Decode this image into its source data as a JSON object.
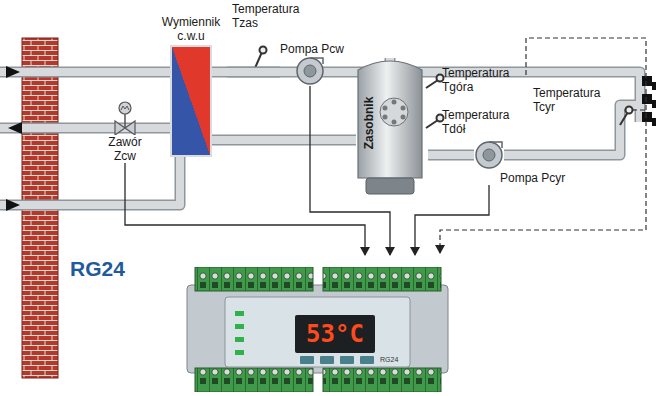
{
  "diagram": {
    "nodes": [
      {
        "text": [
          "Wymiennik c.w.u"
        ]
      },
      {
        "text": [
          "Pompa Pcw"
        ]
      },
      {
        "text": [
          "Zasobnik"
        ]
      },
      {
        "text": [
          "Zawór Zcw"
        ]
      },
      {
        "text": [
          "Pompa Pcyr"
        ]
      },
      {
        "text": [
          "RG24"
        ]
      }
    ],
    "edges": [
      {
        "from": 0,
        "to": 1,
        "arrow": "none"
      },
      {
        "from": 2,
        "to": 4,
        "arrow": "none"
      },
      {
        "from": 3,
        "to": 5,
        "arrow": "to"
      },
      {
        "from": 1,
        "to": 5,
        "arrow": "to"
      },
      {
        "from": 4,
        "to": 5,
        "arrow": "to"
      }
    ],
    "labels": [
      "Temperatura Tzas",
      "Temperatura Tgóra",
      "Temperatura Tdół",
      "Temperatura Tcyr",
      "53°C",
      "RG24"
    ]
  }
}
